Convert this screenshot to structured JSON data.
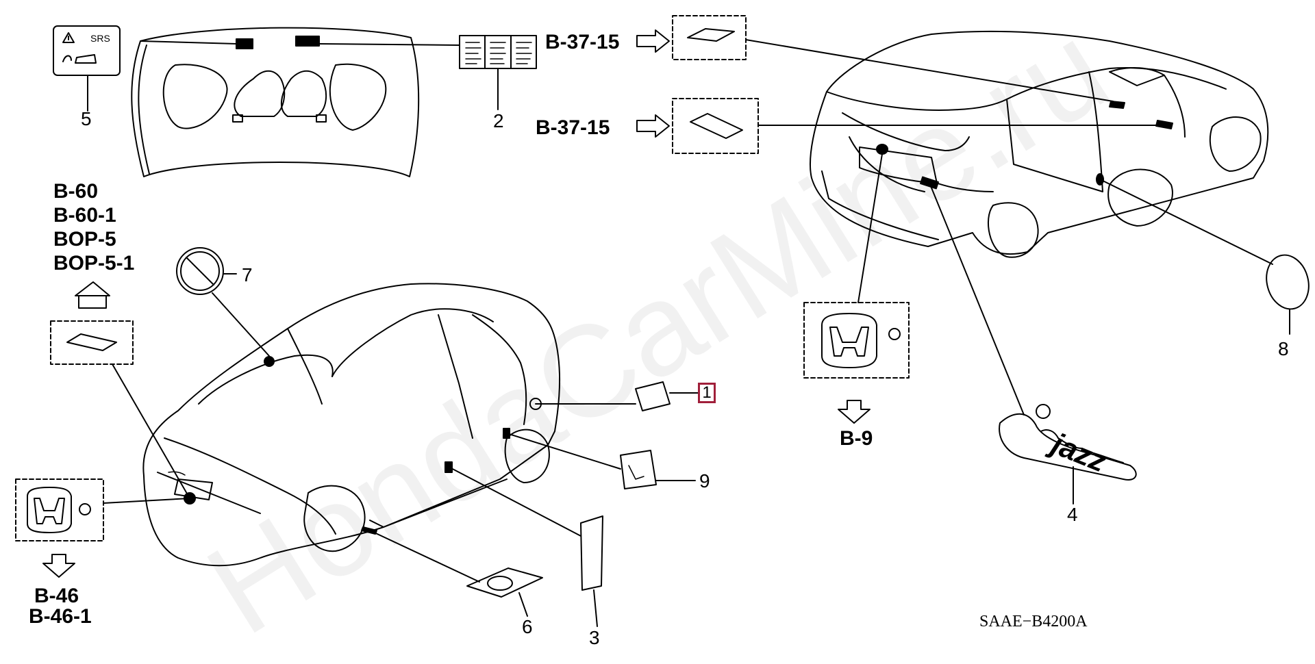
{
  "watermark": "HondaCarMine.ru",
  "diagram_code": "SAAE−B4200A",
  "part_numbers": {
    "p1": "1",
    "p2": "2",
    "p3": "3",
    "p4": "4",
    "p5": "5",
    "p6": "6",
    "p7": "7",
    "p8": "8",
    "p9": "9"
  },
  "refs": {
    "b37_top": "B-37-15",
    "b37_mid": "B-37-15",
    "b9": "B-9",
    "front_refs": [
      "B-60",
      "B-60-1",
      "BOP-5",
      "BOP-5-1"
    ],
    "emblem_refs": [
      "B-46",
      "B-46-1"
    ]
  },
  "label_text": {
    "srs": "SRS",
    "jazz": "jazz"
  }
}
